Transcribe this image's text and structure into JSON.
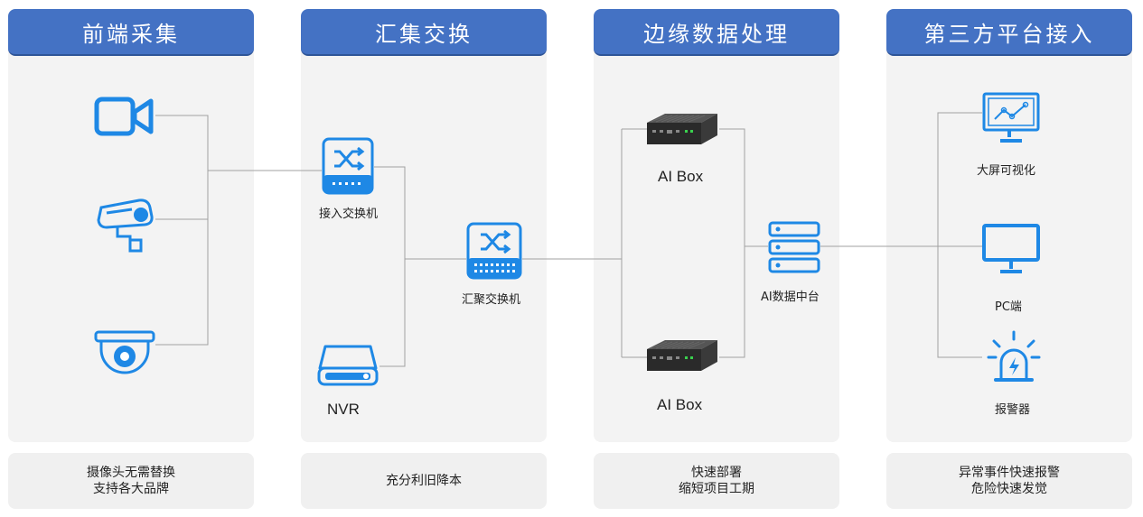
{
  "columns": [
    {
      "title": "前端采集",
      "footer": [
        "摄像头无需替换",
        "支持各大品牌"
      ]
    },
    {
      "title": "汇集交换",
      "footer": [
        "充分利旧降本"
      ]
    },
    {
      "title": "边缘数据处理",
      "footer": [
        "快速部署",
        "缩短项目工期"
      ]
    },
    {
      "title": "第三方平台接入",
      "footer": [
        "异常事件快速报警",
        "危险快速发觉"
      ]
    }
  ],
  "nodes": {
    "access_switch": "接入交换机",
    "nvr": "NVR",
    "agg_switch": "汇聚交换机",
    "ai_box_top": "AI Box",
    "ai_box_bottom": "AI Box",
    "ai_data_platform": "AI数据中台",
    "big_screen": "大屏可视化",
    "pc": "PC端",
    "alarm": "报警器"
  },
  "icons": [
    "video-camera-icon",
    "bullet-camera-icon",
    "dome-camera-icon",
    "switch-icon",
    "nvr-icon",
    "ai-box-icon",
    "server-icon",
    "monitor-chart-icon",
    "monitor-icon",
    "alarm-light-icon"
  ],
  "colors": {
    "accent": "#4472c4",
    "icon_blue": "#1e88e5",
    "line": "#9e9e9e",
    "panel": "#f3f3f3"
  }
}
